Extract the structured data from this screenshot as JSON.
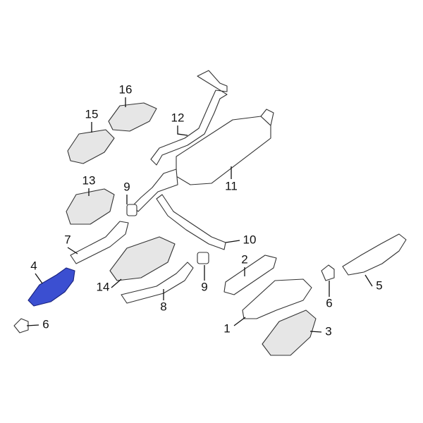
{
  "diagram": {
    "highlight_color": "#3b4fd1",
    "highlighted_part": "4",
    "callouts": [
      {
        "id": "c16",
        "label": "16"
      },
      {
        "id": "c15",
        "label": "15"
      },
      {
        "id": "c12",
        "label": "12"
      },
      {
        "id": "c11",
        "label": "11"
      },
      {
        "id": "c13",
        "label": "13"
      },
      {
        "id": "c9a",
        "label": "9"
      },
      {
        "id": "c7",
        "label": "7"
      },
      {
        "id": "c10",
        "label": "10"
      },
      {
        "id": "c2",
        "label": "2"
      },
      {
        "id": "c4",
        "label": "4"
      },
      {
        "id": "c5",
        "label": "5"
      },
      {
        "id": "c14",
        "label": "14"
      },
      {
        "id": "c6a",
        "label": "6"
      },
      {
        "id": "c8",
        "label": "8"
      },
      {
        "id": "c9b",
        "label": "9"
      },
      {
        "id": "c1",
        "label": "1"
      },
      {
        "id": "c3",
        "label": "3"
      },
      {
        "id": "c6b",
        "label": "6"
      }
    ]
  }
}
